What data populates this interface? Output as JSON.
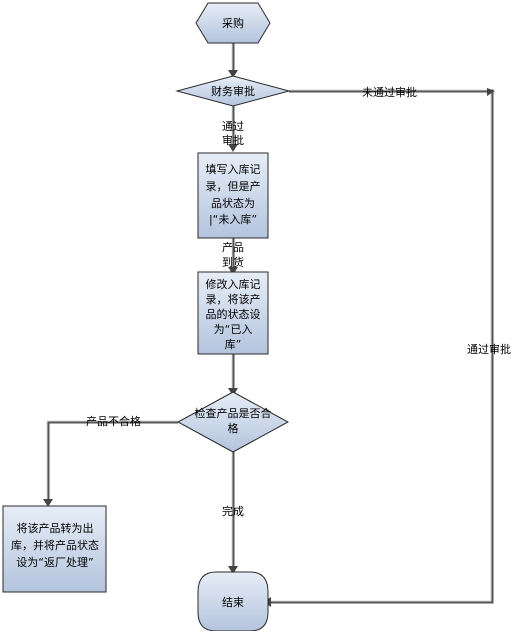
{
  "nodes": {
    "start": [
      "采购"
    ],
    "finance_review": [
      "财务审批"
    ],
    "fill_record": [
      "填写入库记",
      "录，但是产",
      "品状态为",
      "|“未入库”"
    ],
    "modify_record": [
      "修改入库记",
      "录，将该产",
      "品的状态设",
      "为“已入",
      "库”"
    ],
    "quality_check": [
      "检查产品是否合",
      "格"
    ],
    "return_process": [
      "将该产品转为出",
      "库，并将产品状态",
      "设为“返厂处理”"
    ],
    "end": [
      "结束"
    ]
  },
  "edges": {
    "approved": [
      "通过",
      "审批"
    ],
    "not_approved": [
      "未通过审批"
    ],
    "approved_side": [
      "通过审批"
    ],
    "arrived": [
      "产品",
      "到货"
    ],
    "not_qualified": [
      "产品不合格"
    ],
    "done": [
      "完成"
    ]
  },
  "colors": {
    "shape_top": "#e6edf6",
    "shape_bottom": "#b4c4de",
    "border": "#2a2a2a",
    "line": "#555555"
  }
}
